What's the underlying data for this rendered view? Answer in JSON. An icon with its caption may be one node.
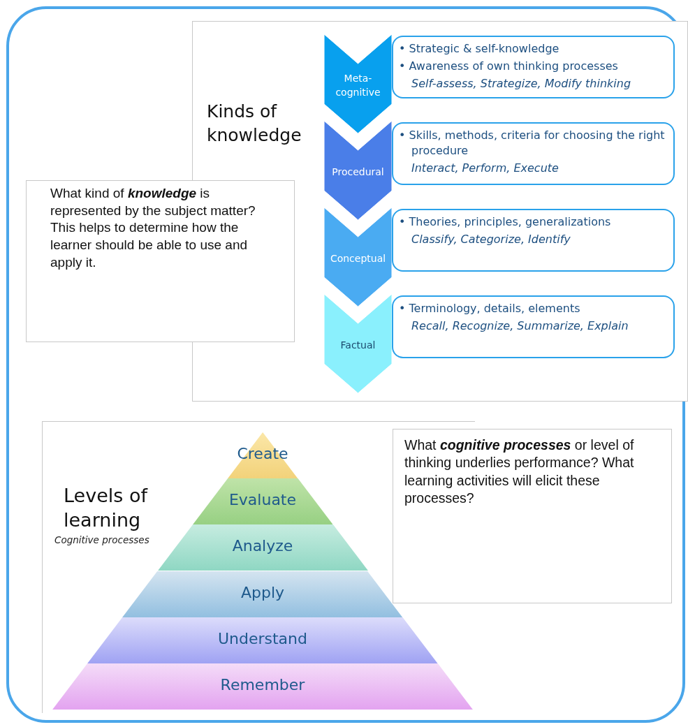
{
  "diagram": {
    "nodes": [
      {
        "text": [
          "Kinds of knowledge"
        ]
      },
      {
        "text": [
          "Meta-cognitive"
        ],
        "in": 0
      },
      {
        "text": [
          "• Strategic & self-knowledge",
          "• Awareness of own thinking processes",
          "Self-assess, Strategize, Modify thinking"
        ],
        "in": 0
      },
      {
        "text": [
          "Procedural"
        ],
        "in": 0
      },
      {
        "text": [
          "• Skills, methods, criteria for choosing the right procedure",
          "Interact, Perform, Execute"
        ],
        "in": 0
      },
      {
        "text": [
          "Conceptual"
        ],
        "in": 0
      },
      {
        "text": [
          "• Theories, principles, generalizations",
          "Classify, Categorize, Identify"
        ],
        "in": 0
      },
      {
        "text": [
          "Factual"
        ],
        "in": 0
      },
      {
        "text": [
          "• Terminology, details, elements",
          "Recall, Recognize, Summarize, Explain"
        ],
        "in": 0
      },
      {
        "text": [
          "What kind of **knowledge** is represented by the subject matter? This helps to determine how the learner should be able to use and apply it."
        ]
      },
      {
        "text": [
          "Levels of learning",
          "Cognitive processes"
        ]
      },
      {
        "text": [
          "Create"
        ],
        "in": 10
      },
      {
        "text": [
          "Evaluate"
        ],
        "in": 10
      },
      {
        "text": [
          "Analyze"
        ],
        "in": 10
      },
      {
        "text": [
          "Apply"
        ],
        "in": 10
      },
      {
        "text": [
          "Understand"
        ],
        "in": 10
      },
      {
        "text": [
          "Remember"
        ],
        "in": 10
      },
      {
        "text": [
          "What **cognitive processes** or level of thinking underlies performance? What learning activities will elicit these processes?"
        ]
      }
    ]
  }
}
